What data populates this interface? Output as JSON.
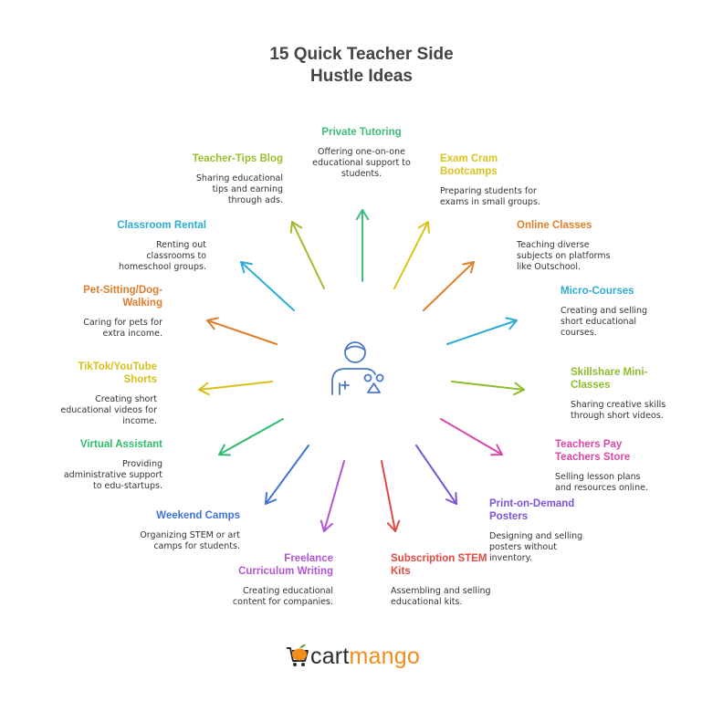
{
  "title": {
    "line1": "15 Quick Teacher Side",
    "line2": "Hustle Ideas"
  },
  "ideas": [
    {
      "title": "Private Tutoring",
      "desc": "Offering one-on-one\neducational support to\nstudents.",
      "color": "#3ebd7a"
    },
    {
      "title": "Exam Cram\nBootcamps",
      "desc": "Preparing students for\nexams in small groups.",
      "color": "#d9c41b"
    },
    {
      "title": "Online Classes",
      "desc": "Teaching diverse\nsubjects on platforms\nlike Outschool.",
      "color": "#e07f28"
    },
    {
      "title": "Micro-Courses",
      "desc": "Creating and selling\nshort educational\ncourses.",
      "color": "#2aaed4"
    },
    {
      "title": "Skillshare Mini-\nClasses",
      "desc": "Sharing creative skills\nthrough short videos.",
      "color": "#8dbd2c"
    },
    {
      "title": "Teachers Pay\nTeachers Store",
      "desc": "Selling lesson plans\nand resources online.",
      "color": "#df46a8"
    },
    {
      "title": "Print-on-Demand\nPosters",
      "desc": "Designing and selling\nposters without\ninventory.",
      "color": "#7a55d9"
    },
    {
      "title": "Subscription STEM\nKits",
      "desc": "Assembling and selling\neducational kits.",
      "color": "#e04a42"
    },
    {
      "title": "Freelance\nCurriculum Writing",
      "desc": "Creating educational\ncontent for companies.",
      "color": "#b154d6"
    },
    {
      "title": "Weekend Camps",
      "desc": "Organizing STEM or art\ncamps for students.",
      "color": "#4173d9"
    },
    {
      "title": "Virtual Assistant",
      "desc": "Providing\nadministrative support\nto edu-startups.",
      "color": "#2fbd6d"
    },
    {
      "title": "TikTok/YouTube\nShorts",
      "desc": "Creating short\neducational videos for\nincome.",
      "color": "#d6c01a"
    },
    {
      "title": "Pet-Sitting/Dog-\nWalking",
      "desc": "Caring for pets for\nextra income.",
      "color": "#df7d2c"
    },
    {
      "title": "Classroom Rental",
      "desc": "Renting out\nclassrooms to\nhomeschool groups.",
      "color": "#2aaed4"
    },
    {
      "title": "Teacher-Tips Blog",
      "desc": "Sharing educational\ntips and earning\nthrough ads.",
      "color": "#9abd2a"
    }
  ],
  "center_icon": {
    "icon": "teacher-icon",
    "color": "#4a78c9"
  },
  "logo": {
    "part1": "cart",
    "part2": "mango",
    "icon": "mango-cart-icon"
  }
}
